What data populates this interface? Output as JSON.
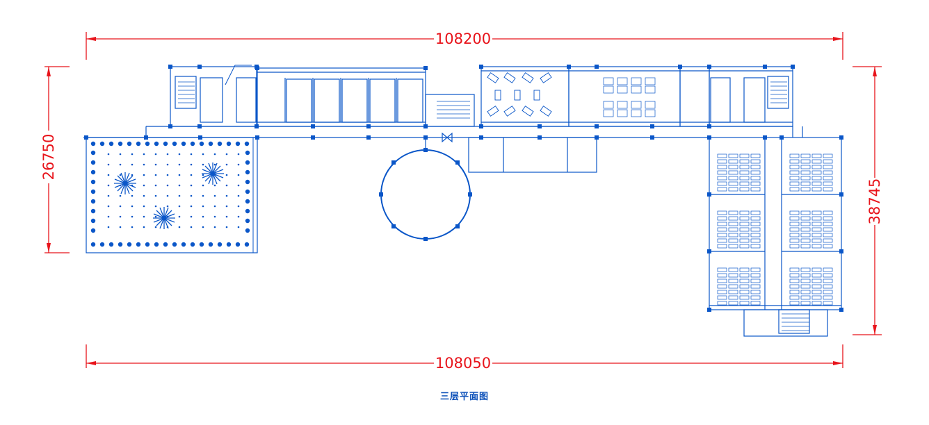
{
  "drawing": {
    "title": "三层平面图",
    "dimensions": {
      "top_width": "108200",
      "bottom_width": "108050",
      "left_height": "26750",
      "right_height": "38745"
    }
  },
  "colors": {
    "dimension": "#e8141b",
    "linework": "#0a56c8",
    "column": "#0a56c8",
    "background": "#ffffff"
  }
}
